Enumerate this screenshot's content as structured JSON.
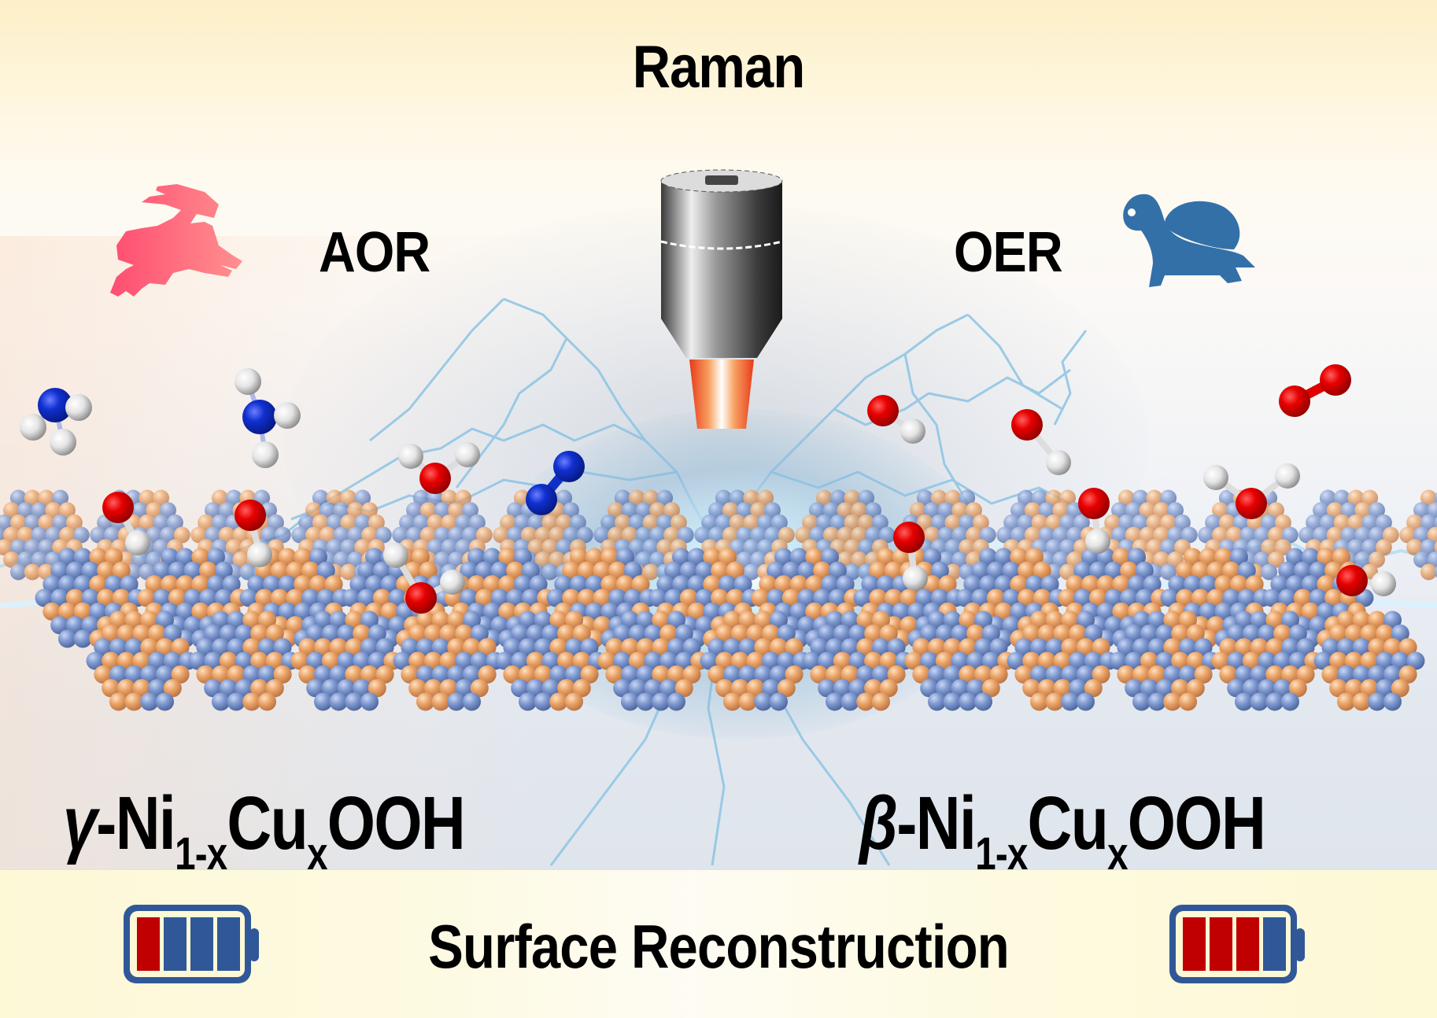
{
  "header": {
    "technique_label": "Raman"
  },
  "reactions": {
    "left": {
      "label": "AOR",
      "speed_icon": "rabbit-icon",
      "speed": "fast",
      "icon_color": "#ff5a78"
    },
    "right": {
      "label": "OER",
      "speed_icon": "turtle-icon",
      "speed": "slow",
      "icon_color": "#3370a8"
    }
  },
  "phases": {
    "left": {
      "prefix": "γ",
      "dash": "-",
      "element1": "Ni",
      "sub1": "1-x",
      "element2": "Cu",
      "sub2": "x",
      "suffix": "OOH"
    },
    "right": {
      "prefix": "β",
      "dash": "-",
      "element1": "Ni",
      "sub1": "1-x",
      "element2": "Cu",
      "sub2": "x",
      "suffix": "OOH"
    }
  },
  "footer": {
    "label": "Surface Reconstruction",
    "battery_left": {
      "cells_total": 4,
      "cells_red": 1
    },
    "battery_right": {
      "cells_total": 4,
      "cells_red": 3
    }
  },
  "colors": {
    "battery_frame": "#305898",
    "battery_red": "#c00000",
    "battery_blue": "#305898",
    "cluster_ni": "#7f9ad0",
    "cluster_cu": "#eaa468",
    "oxygen": "#e00000",
    "nitrogen": "#1030c8",
    "hydrogen": "#e8e8e8",
    "lightning": "#8cc4e4"
  },
  "molecules": {
    "left": [
      "NH3",
      "NH3",
      "OH",
      "OH",
      "H2O",
      "H2O",
      "N2"
    ],
    "right": [
      "OH",
      "OH",
      "OH",
      "OH",
      "H2O",
      "O2",
      "OH"
    ]
  }
}
